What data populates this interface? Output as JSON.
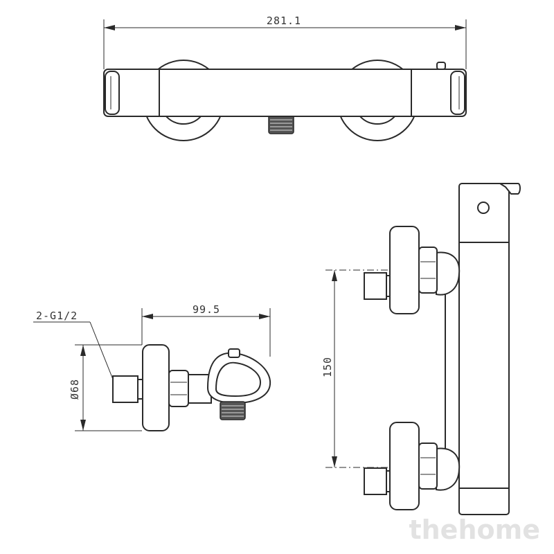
{
  "dimensions": {
    "total_width": "281.1",
    "side_depth": "99.5",
    "thread_label": "2-G1/2",
    "diameter": "Ø68",
    "inlet_spacing": "150"
  },
  "watermark": "thehome",
  "colors": {
    "line": "#2a2a2a",
    "watermark": "#e2e2e2"
  }
}
